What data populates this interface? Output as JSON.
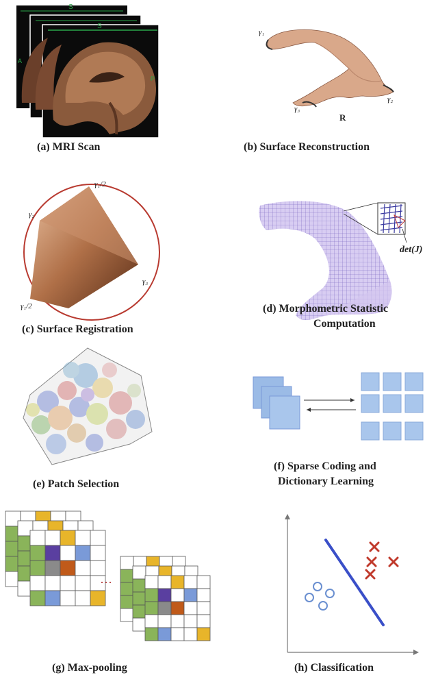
{
  "panels": {
    "a": {
      "caption": "(a) MRI Scan",
      "marker_top": "S",
      "marker_side_left": "A",
      "marker_side_right": "P"
    },
    "b": {
      "caption": "(b) Surface Reconstruction",
      "gamma1": "γ₁",
      "gamma2": "γ₂",
      "gamma3": "γ₃",
      "region": "R"
    },
    "c": {
      "caption": "(c) Surface Registration",
      "gamma1_half_top": "γ₁/2",
      "gamma2": "γ₂",
      "gamma3": "γ₃",
      "gamma1_half_bottom": "γ₁/2"
    },
    "d": {
      "caption_line1": "(d) Morphometric Statistic",
      "caption_line2": "Computation",
      "det_label": "det(J)"
    },
    "e": {
      "caption": "(e) Patch Selection"
    },
    "f": {
      "caption_line1": "(f) Sparse Coding and",
      "caption_line2": "Dictionary Learning"
    },
    "g": {
      "caption": "(g) Max-pooling",
      "ellipsis": "···"
    },
    "h": {
      "caption": "(h) Classification"
    }
  },
  "colors": {
    "mri_brain": "#a0684a",
    "surface": "#d9a88a",
    "registration_circle": "#b83a30",
    "mesh": "#8a78c8",
    "dictionary_square": "#9bbbe6",
    "class_line": "#3a4fc8",
    "class_cross": "#c0392b",
    "class_circle": "#6a8fd0",
    "pool_yellow": "#e8b52a",
    "pool_green": "#8ab45a",
    "pool_purple": "#5a3fa0",
    "pool_orange": "#c05a1a",
    "pool_gray": "#8a8a8a",
    "pool_blue": "#7a9ad8"
  }
}
